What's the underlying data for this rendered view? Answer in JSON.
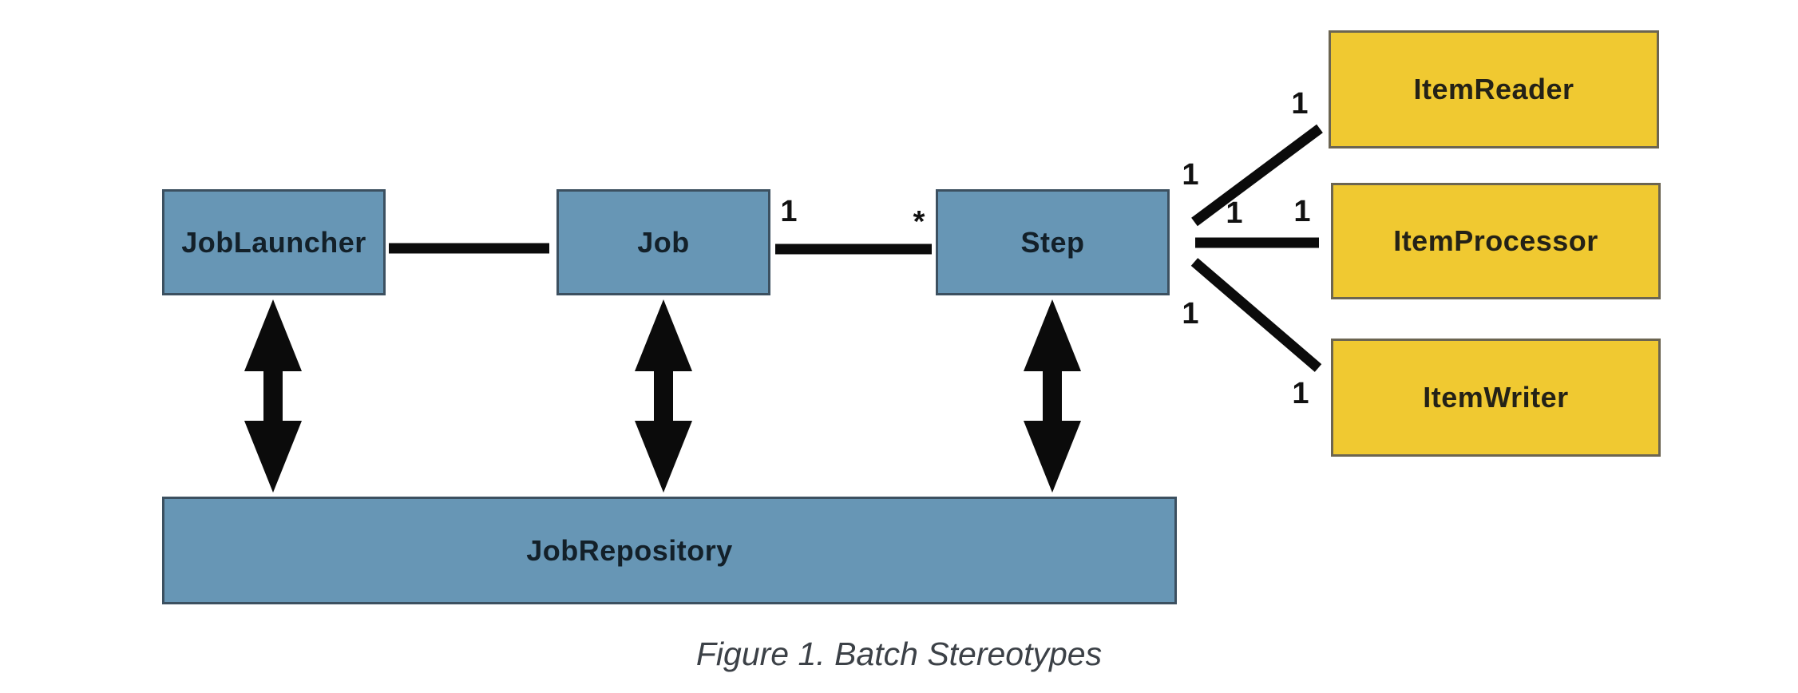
{
  "diagram": {
    "caption": "Figure 1. Batch Stereotypes",
    "colors": {
      "box_blue": "#6796B5",
      "box_blue_border": "#3C5060",
      "box_blue_text": "#132029",
      "box_yellow": "#F0C931",
      "box_yellow_border": "#6C6551",
      "box_yellow_text": "#242217",
      "wire_color": "#0B0B0B",
      "mult_text": "#111111",
      "caption_text": "#3C4147"
    },
    "nodes": {
      "job_launcher": {
        "label": "JobLauncher"
      },
      "job": {
        "label": "Job"
      },
      "step": {
        "label": "Step"
      },
      "item_reader": {
        "label": "ItemReader"
      },
      "item_processor": {
        "label": "ItemProcessor"
      },
      "item_writer": {
        "label": "ItemWriter"
      },
      "job_repository": {
        "label": "JobRepository"
      }
    },
    "multiplicity": {
      "job_step_near": "1",
      "job_step_far": "*",
      "reader_near": "1",
      "reader_far": "1",
      "processor_near": "1",
      "processor_far": "1",
      "writer_near": "1",
      "writer_far": "1"
    }
  }
}
